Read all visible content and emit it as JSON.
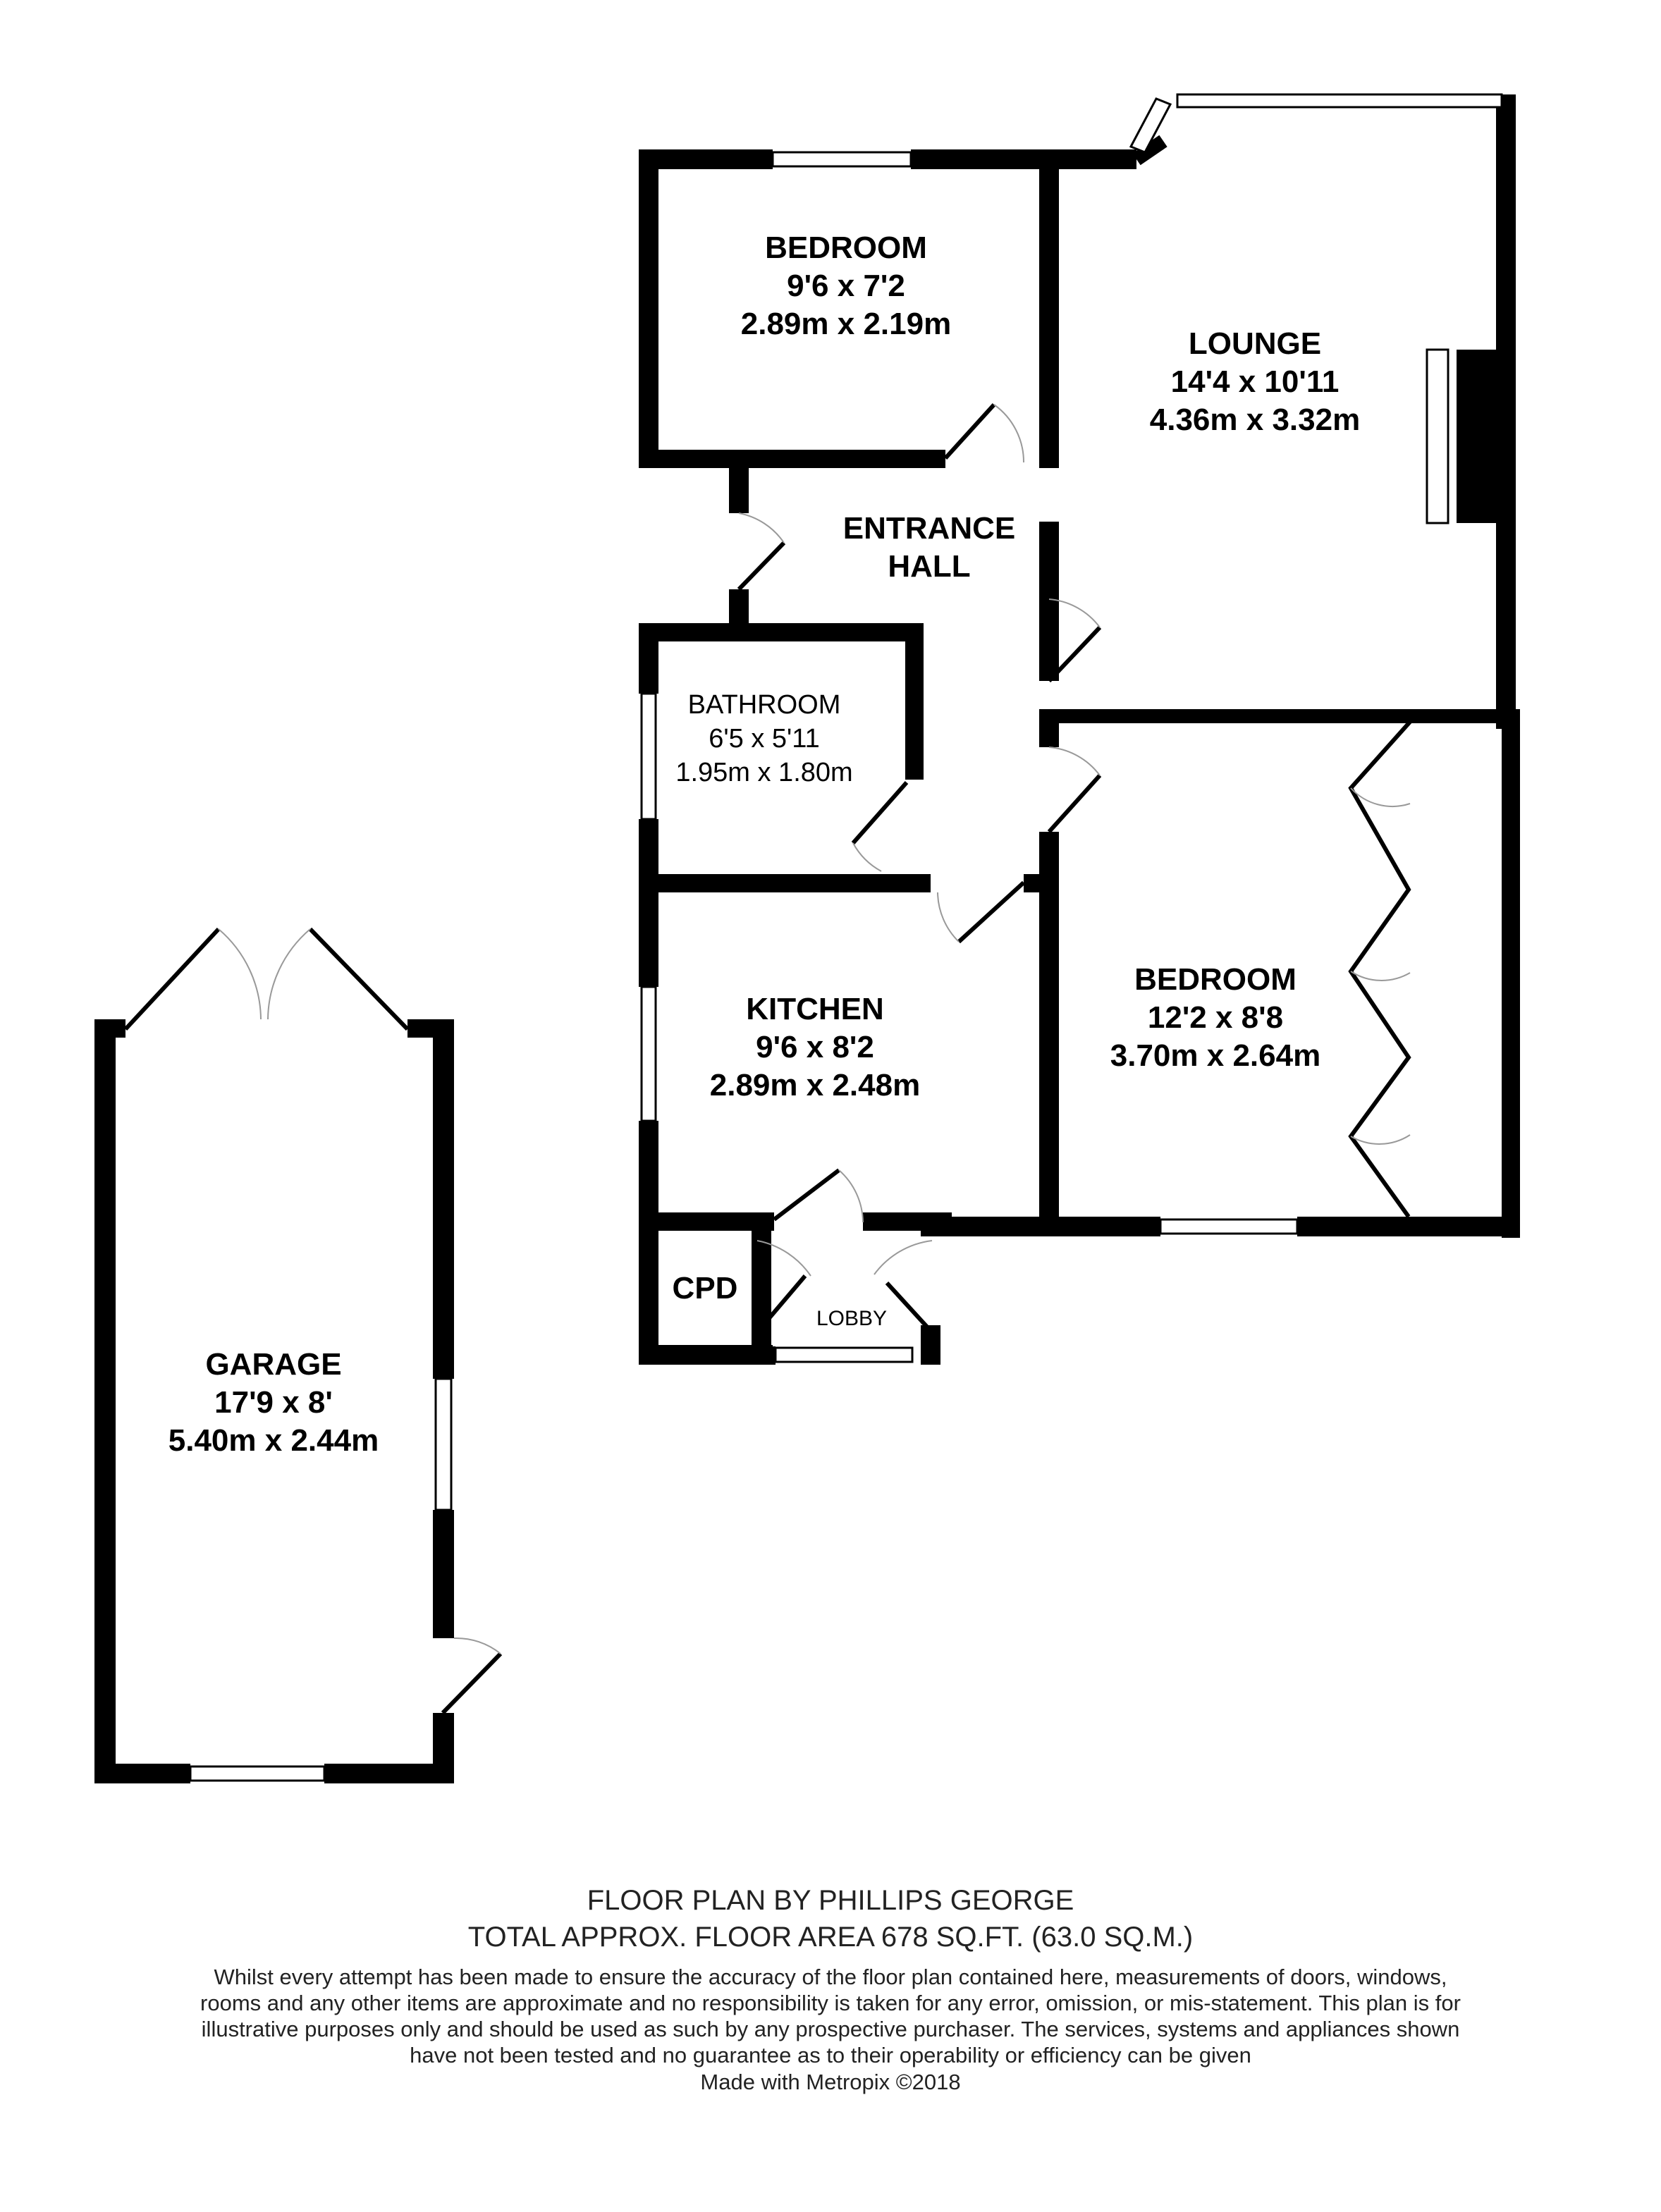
{
  "rooms": {
    "bedroom1": {
      "name": "BEDROOM",
      "imperial": "9'6 x 7'2",
      "metric": "2.89m x 2.19m"
    },
    "lounge": {
      "name": "LOUNGE",
      "imperial": "14'4 x 10'11",
      "metric": "4.36m x 3.32m"
    },
    "hall": {
      "line1": "ENTRANCE",
      "line2": "HALL"
    },
    "bathroom": {
      "name": "BATHROOM",
      "imperial": "6'5 x 5'11",
      "metric": "1.95m x 1.80m"
    },
    "kitchen": {
      "name": "KITCHEN",
      "imperial": "9'6 x 8'2",
      "metric": "2.89m x 2.48m"
    },
    "bedroom2": {
      "name": "BEDROOM",
      "imperial": "12'2 x 8'8",
      "metric": "3.70m x 2.64m"
    },
    "cpd": {
      "name": "CPD"
    },
    "lobby": {
      "name": "LOBBY"
    },
    "garage": {
      "name": "GARAGE",
      "imperial": "17'9 x 8'",
      "metric": "5.40m x 2.44m"
    }
  },
  "footer": {
    "line1": "FLOOR PLAN BY PHILLIPS GEORGE",
    "line2": "TOTAL APPROX. FLOOR AREA 678 SQ.FT. (63.0 SQ.M.)",
    "disclaimer": "Whilst every attempt has been made to ensure the accuracy of the floor plan contained here, measurements of doors, windows, rooms and any other items are approximate and no responsibility is taken for any error, omission, or mis-statement. This plan is for illustrative purposes only and should be used as such by any prospective purchaser. The services, systems and appliances shown have not been tested and no guarantee as to their operability or efficiency can be given",
    "credit": "Made with Metropix ©2018"
  },
  "colors": {
    "wall": "#000000",
    "fixture": "#888888",
    "background": "#ffffff"
  }
}
